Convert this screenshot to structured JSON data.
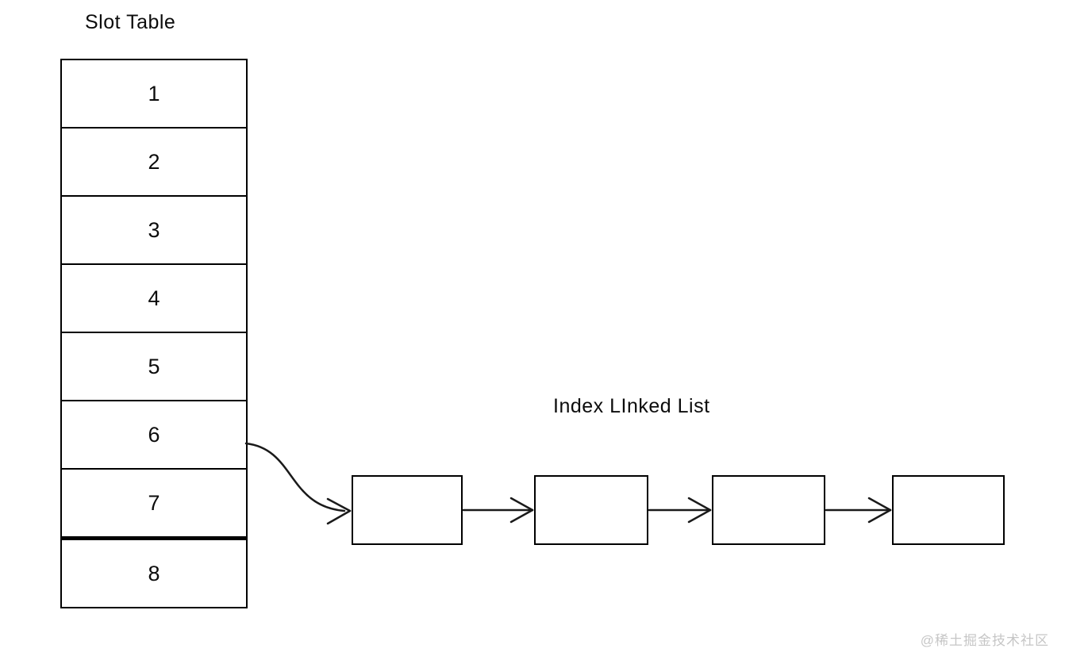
{
  "diagram": {
    "slot_table": {
      "title": "Slot Table",
      "slots": [
        "1",
        "2",
        "3",
        "4",
        "5",
        "6",
        "7",
        "8"
      ]
    },
    "linked_list": {
      "title": "Index LInked List",
      "node_count": 4
    },
    "connections": {
      "from_slot": "6",
      "to": "first linked list node"
    },
    "watermark": "@稀土掘金技术社区",
    "colors": {
      "stroke": "#000000",
      "background": "#ffffff",
      "watermark": "#c6c6c6"
    }
  }
}
